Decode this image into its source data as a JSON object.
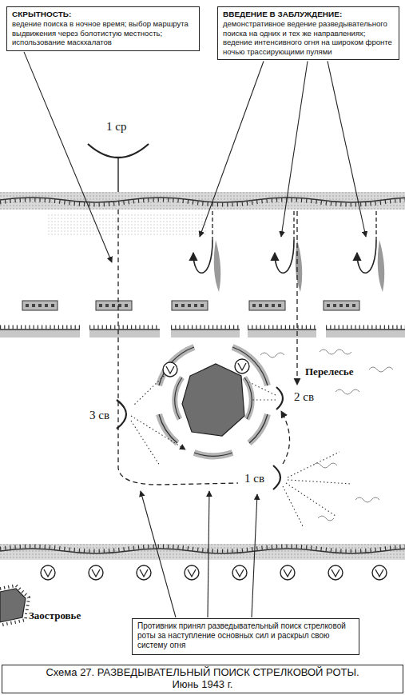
{
  "diagram": {
    "caption": "Схема 27. РАЗВЕДЫВАТЕЛЬНЫЙ ПОИСК СТРЕЛКОВОЙ РОТЫ. Июнь 1943 г.",
    "nodes": [
      {
        "text": [
          "СКРЫТНОСТЬ:",
          "ведение поиска в ночное время; выбор маршрута выдвижения через болотистую местность; использование маскхалатов"
        ]
      },
      {
        "text": [
          "ВВЕДЕНИЕ В ЗАБЛУЖДЕНИЕ:",
          "демонстративное ведение разведывательного поиска на одних и тех же направлениях; ведение интенсивного огня на широком фронте ночью трассирующими пулями"
        ]
      },
      {
        "text": [
          "Противник принял разведывательный поиск стрелковой роты за наступление основных сил и раскрыл свою систему огня"
        ]
      }
    ],
    "labels": [
      "1 ср",
      "Перелесье",
      "2 св",
      "3 св",
      "1 св",
      "Заостровье"
    ]
  }
}
